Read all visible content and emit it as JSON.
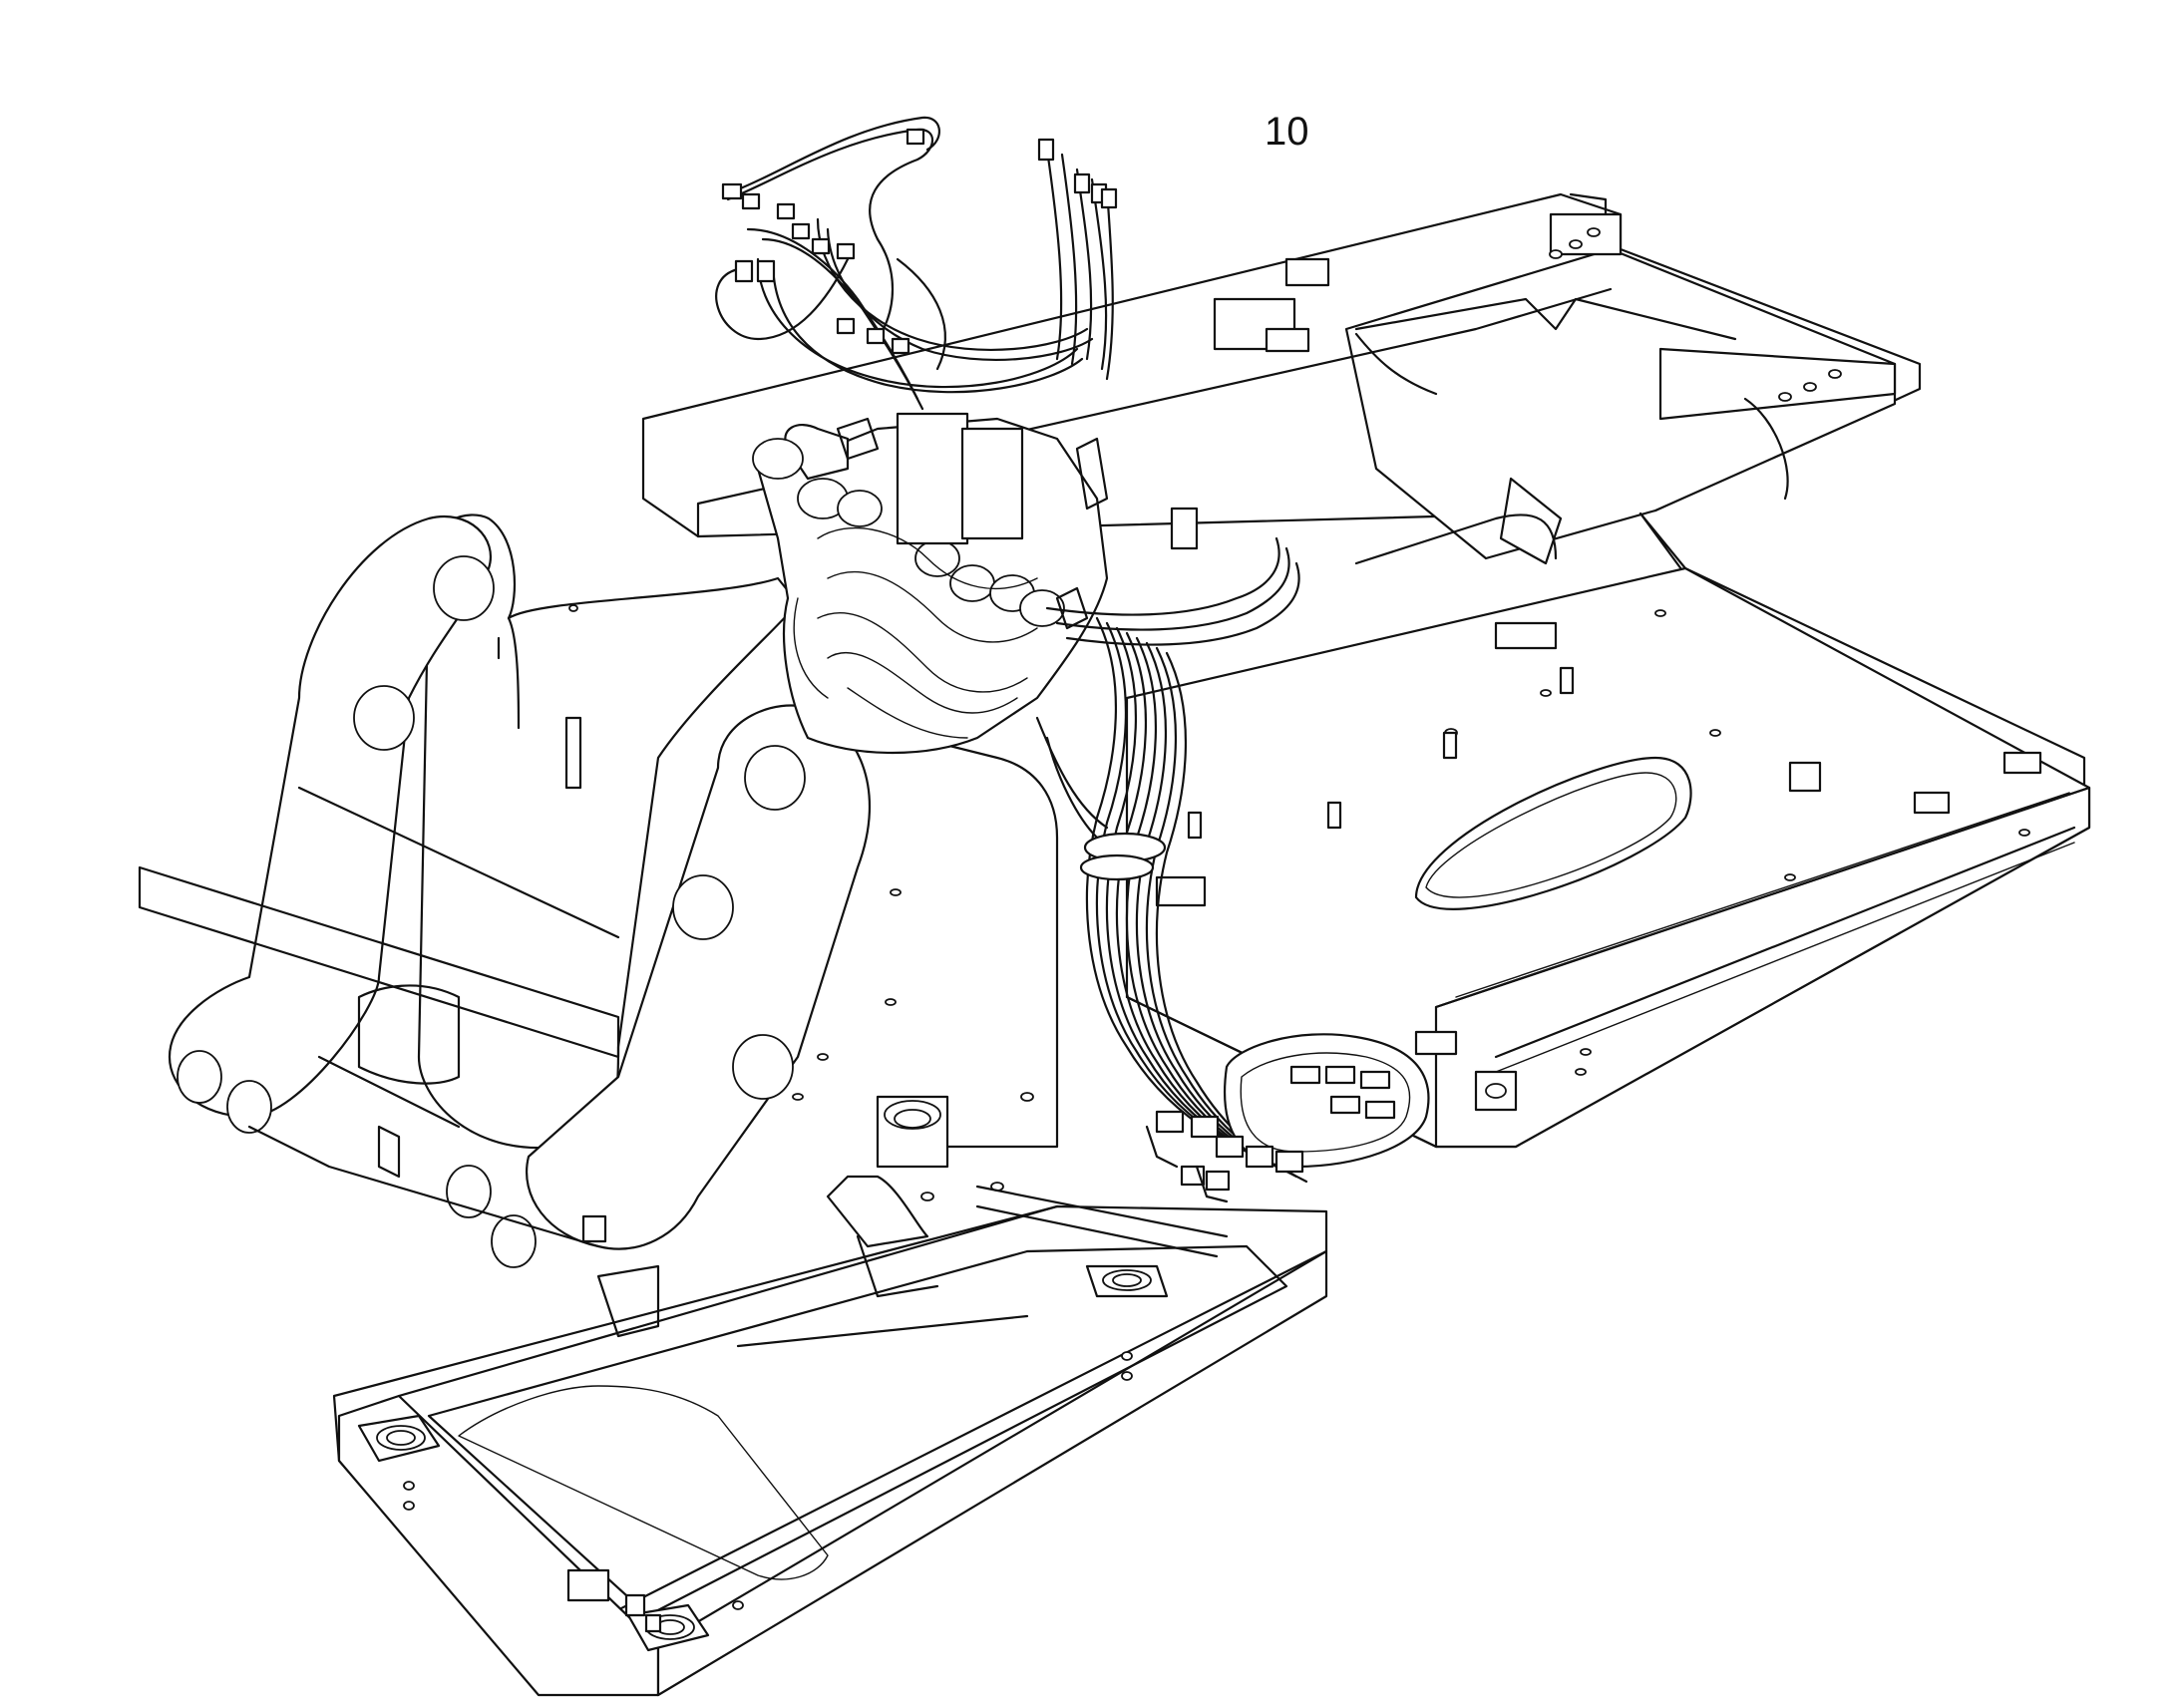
{
  "diagram": {
    "callout_number": "10",
    "line_color": "#111111",
    "background_color": "#ffffff",
    "parts": [
      "upper-frame-platform",
      "boom-mount-towers",
      "hydraulic-control-valve-block",
      "hydraulic-hose-bundle",
      "lower-front-frame",
      "right-side-frame-rail",
      "hose-connector-manifold"
    ]
  }
}
